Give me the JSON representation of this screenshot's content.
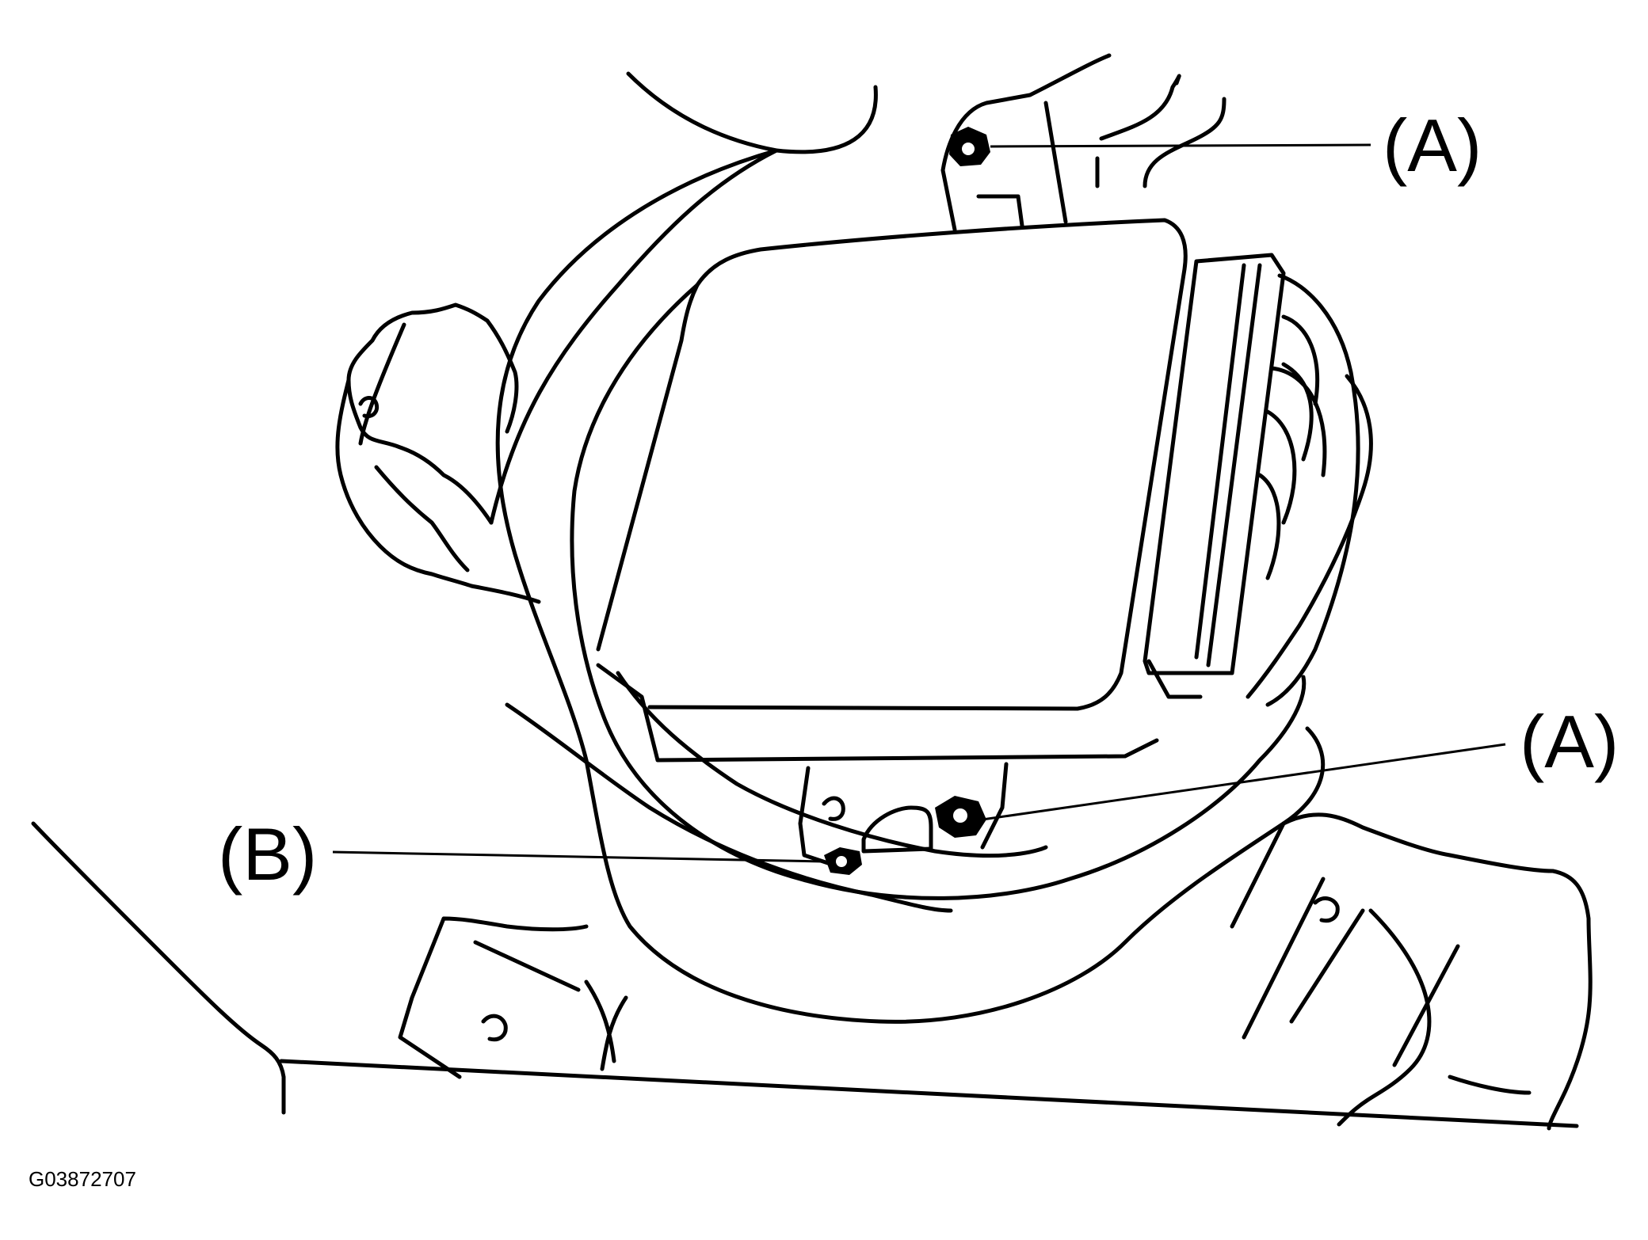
{
  "callouts": {
    "a_top": "(A)",
    "a_bottom": "(A)",
    "b": "(B)"
  },
  "figure_id": "G03872707",
  "colors": {
    "line": "#000000",
    "background": "#ffffff"
  }
}
